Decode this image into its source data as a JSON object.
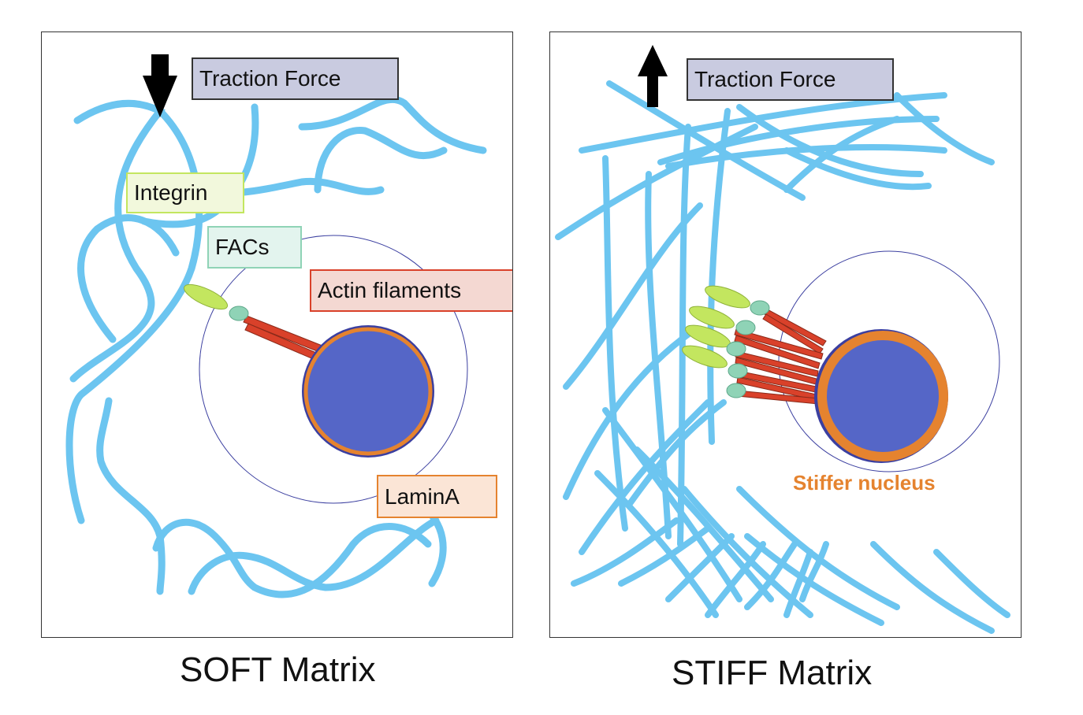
{
  "colors": {
    "fiber": "#6cc5f0",
    "nucleus": "#5566c7",
    "lamin": "#e5832f",
    "actin": "#d9412a",
    "integrin": "#c3e65f",
    "fac": "#8fd3b6",
    "cell_outline": "#3b3fa0",
    "traction_box": "#c9cbe0",
    "integrin_box": "#f2f8dc",
    "fac_box": "#e3f4ee",
    "actin_box": "#f4d8d2",
    "lamin_box": "#fbe5d6"
  },
  "soft": {
    "traction_label": "Traction Force",
    "arrow_direction": "down",
    "integrin_label": "Integrin",
    "facs_label": "FACs",
    "actin_label": "Actin filaments",
    "lamin_label": "LaminA",
    "caption": "SOFT Matrix"
  },
  "stiff": {
    "traction_label": "Traction Force",
    "arrow_direction": "up",
    "nucleus_label": "Stiffer nucleus",
    "caption": "STIFF Matrix"
  },
  "icons": {
    "soft_arrow": "arrow-down-icon",
    "stiff_arrow": "arrow-up-icon"
  }
}
